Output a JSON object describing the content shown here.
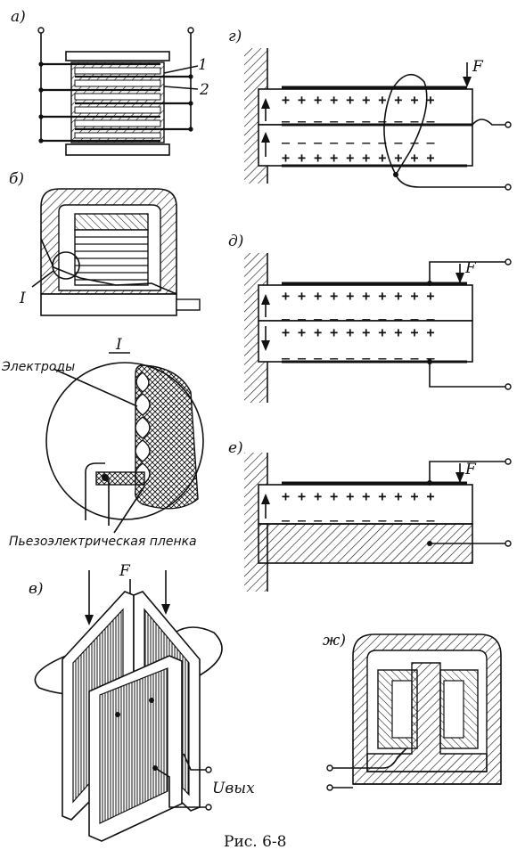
{
  "panels": {
    "a": "а)",
    "b": "б)",
    "v": "в)",
    "g": "г)",
    "d": "д)",
    "e": "е)",
    "zh": "ж)"
  },
  "labels": {
    "num_1": "1",
    "num_2": "2",
    "detail_I": "I",
    "detail_I_zoom": "I",
    "electrodes": "Электроды",
    "piezo_film": "Пьезоэлектрическая пленка",
    "force_v": "F",
    "force_g": "F",
    "force_d": "F",
    "force_e": "F",
    "u_out": "Uвых"
  },
  "caption": "Рис. 6-8"
}
